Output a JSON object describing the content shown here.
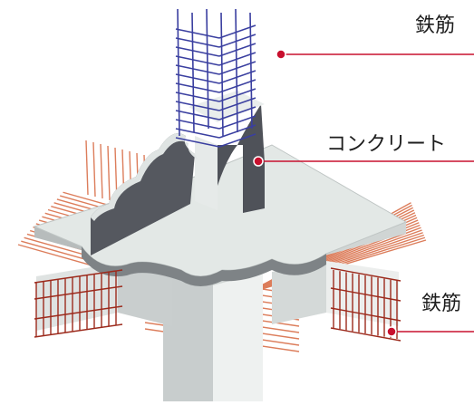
{
  "labels": {
    "column_rebar": "鉄筋",
    "concrete": "コンクリート",
    "beam_rebar": "鉄筋"
  },
  "colors": {
    "concrete_light": "#e8eceb",
    "concrete_top": "#dfe5e3",
    "concrete_dark": "#4e5058",
    "concrete_mid": "#9ea4a6",
    "rebar_blue": "#3a3fa0",
    "rebar_red": "#b43a26",
    "rebar_orange": "#d9704a",
    "leader_line": "#c8102e",
    "text": "#1e1e1e"
  }
}
